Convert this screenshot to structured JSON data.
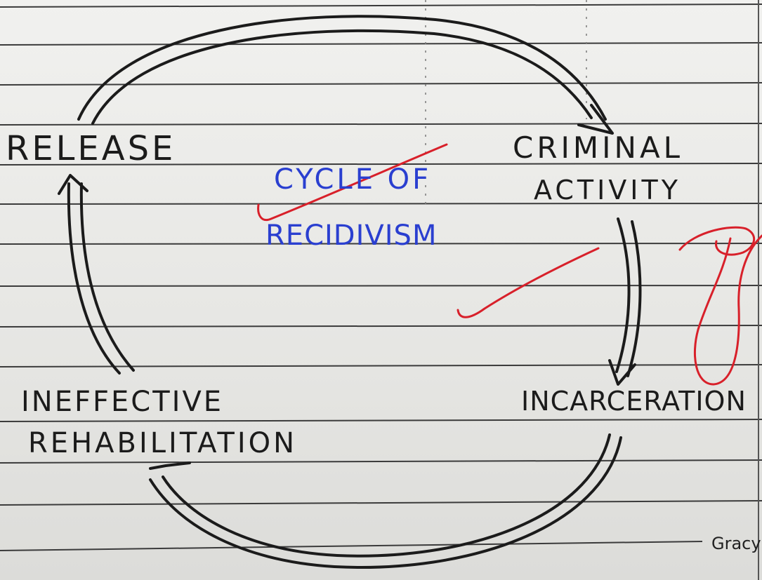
{
  "diagram": {
    "title_line_1": "CYCLE OF",
    "title_line_2": "RECIDIVISM",
    "nodes": {
      "release": "RELEASE",
      "criminal_activity_line_1": "CRIMINAL",
      "criminal_activity_line_2": "ACTIVITY",
      "incarceration": "INCARCERATION",
      "ineffective_rehabilitation_line_1": "INEFFECTIVE",
      "ineffective_rehabilitation_line_2": "REHABILITATION"
    },
    "footer_text": "Gracy"
  },
  "colors": {
    "pencil": "#1b1b1b",
    "blue_ink": "#2a3fd0",
    "red_ink": "#d8202a",
    "paper_lines": "#3a3a3a"
  }
}
